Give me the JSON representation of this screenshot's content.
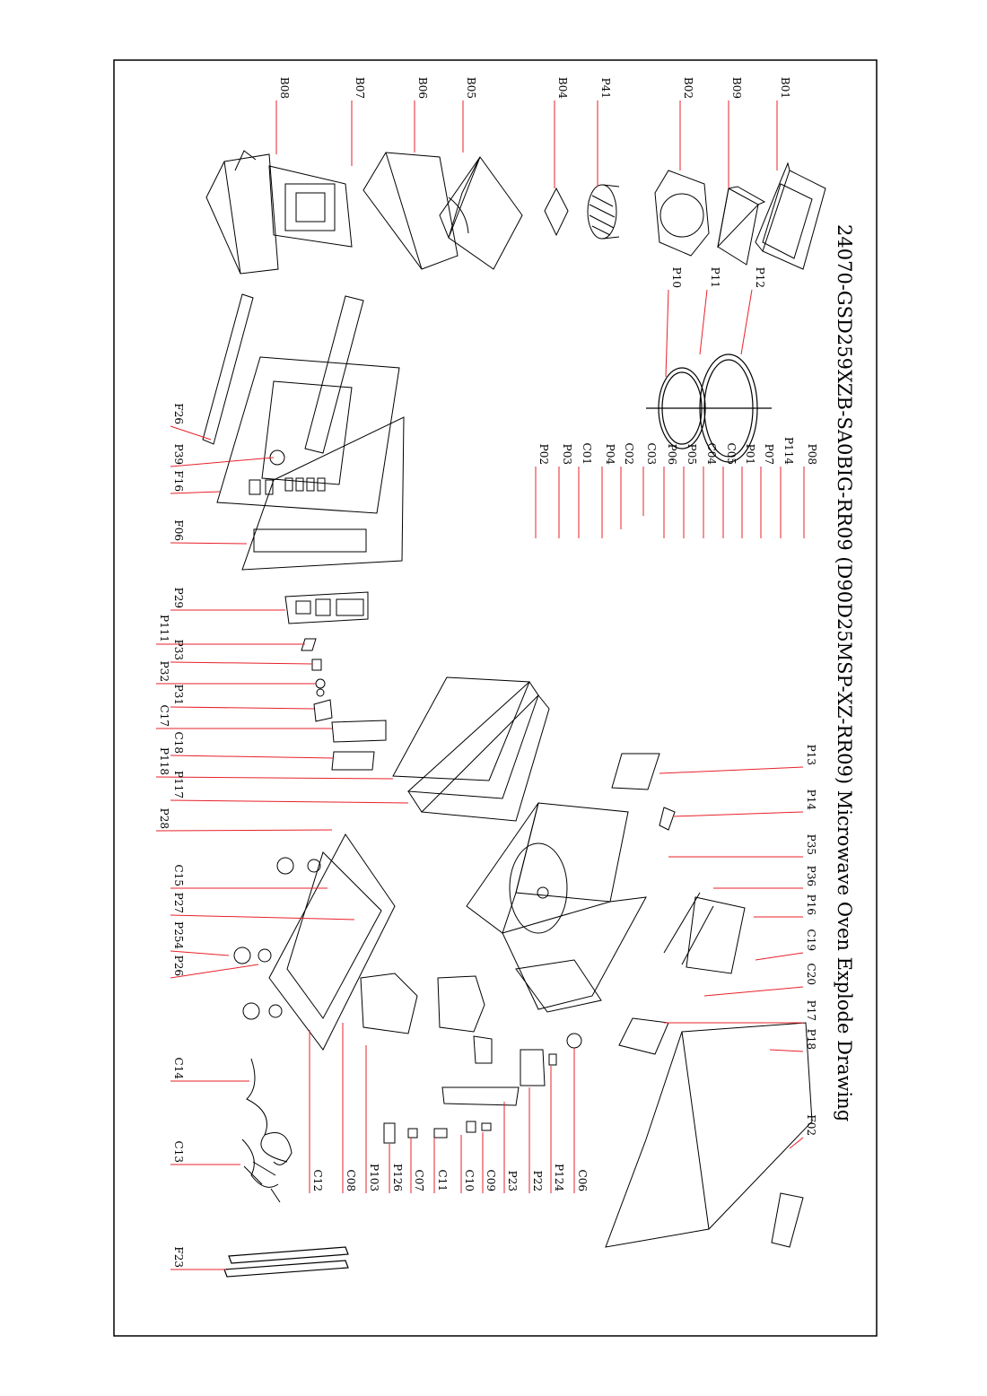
{
  "title": "24070-GSD259XZB-SA0BIG-RR09 (D90D25MSP-XZ-RR09)  Microwave Oven Explode Drawing",
  "colors": {
    "leader": "#e8202a",
    "ink": "#000000",
    "paper": "#ffffff"
  },
  "callouts": {
    "B01": "B01",
    "B09": "B09",
    "B02": "B02",
    "P41": "P41",
    "B04": "B04",
    "B05": "B05",
    "B06": "B06",
    "B07": "B07",
    "B08": "B08",
    "P12": "P12",
    "P11": "P11",
    "P10": "P10",
    "P08": "P08",
    "P114": "P114",
    "P07": "P07",
    "P01": "P01",
    "C05": "C05",
    "C04": "C04",
    "P05": "P05",
    "P06": "P06",
    "C03": "C03",
    "C02": "C02",
    "P04": "P04",
    "C01": "C01",
    "P03": "P03",
    "P02": "P02",
    "F26": "F26",
    "P39": "P39",
    "F16": "F16",
    "F06": "F06",
    "P29": "P29",
    "P111": "P111",
    "P33": "P33",
    "P32": "P32",
    "P31": "P31",
    "C17": "C17",
    "C18": "C18",
    "P118": "P118",
    "P117": "P117",
    "P28": "P28",
    "P13": "P13",
    "P14": "P14",
    "P35": "P35",
    "P36": "P36",
    "P16": "P16",
    "C19": "C19",
    "C20": "C20",
    "P17": "P17",
    "P18": "P18",
    "F02": "F02",
    "C15": "C15",
    "P27": "P27",
    "P254": "P254",
    "P26": "P26",
    "C14": "C14",
    "C13": "C13",
    "C12": "C12",
    "C08": "C08",
    "P103": "P103",
    "P126": "P126",
    "C07": "C07",
    "C11": "C11",
    "C10": "C10",
    "C09": "C09",
    "P23": "P23",
    "P22": "P22",
    "P124": "P124",
    "C06": "C06",
    "F23": "F23"
  }
}
